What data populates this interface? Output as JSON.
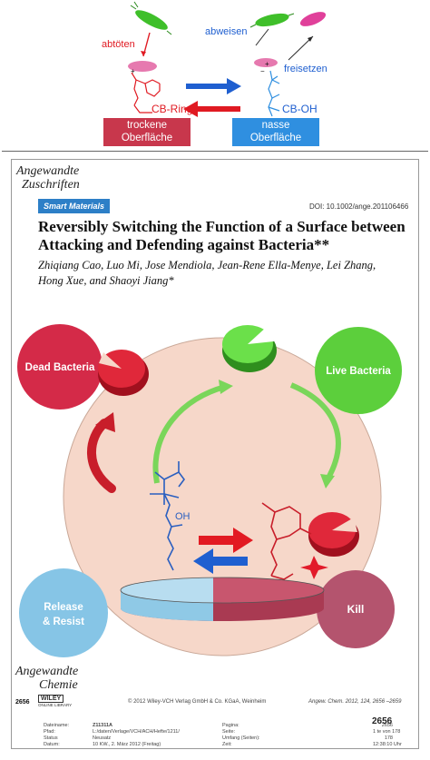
{
  "abstract": {
    "kill_label": "abtöten",
    "repel_label": "abweisen",
    "release_label": "freisetzen",
    "ring_label": "CB-Ring",
    "oh_label": "CB-OH",
    "dry_surface": [
      "trockene",
      "Oberfläche"
    ],
    "wet_surface": [
      "nasse",
      "Oberfläche"
    ],
    "colors": {
      "dry_box": "#c8374c",
      "wet_box": "#2f8fe0",
      "red_arrow": "#e01a22",
      "blue_arrow": "#1f5fd0",
      "bacteria_green": "#3fbf2a",
      "bacteria_pink": "#e0409a"
    }
  },
  "cover": {
    "journal": [
      "Angewandte",
      "Zuschriften"
    ],
    "section": "Smart Materials",
    "doi": "DOI: 10.1002/ange.201106466",
    "title": [
      "Reversibly Switching the Function of a Surface between",
      "Attacking and Defending against Bacteria**"
    ],
    "authors": [
      "Zhiqiang Cao, Luo Mi, Jose Mendiola, Jean-Rene Ella-Menye, Lei Zhang,",
      "Hong Xue, and Shaoyi Jiang*"
    ],
    "figure": {
      "dead_bacteria": "Dead Bacteria",
      "live_bacteria": "Live Bacteria",
      "release_resist": [
        "Release",
        "& Resist"
      ],
      "kill": "Kill",
      "oh_group": "OH",
      "colors": {
        "dead": "#d42a48",
        "live": "#5ccf3c",
        "release": "#86c5e6",
        "kill": "#b4546e",
        "big_circle": "#f6d7c9"
      }
    },
    "footer": {
      "logo": [
        "Angewandte",
        "Chemie"
      ],
      "page_number": "2656",
      "wiley": "WILEY",
      "wiley_sub": "ONLINE LIBRARY",
      "copyright": "© 2012 Wiley-VCH Verlag GmbH & Co. KGaA, Weinheim",
      "citation": "Angew. Chem. 2012, 124, 2656 –2659"
    },
    "print_meta": {
      "left_labels": [
        "Dateiname:",
        "Pfad:",
        "Status",
        "Datum:"
      ],
      "left_values": [
        "Z11311A",
        "L:/daten/Verlage/VCH/ACH/Hefte/1211/",
        "Neusatz",
        "10 KW., 2. März 2012 (Freitag)"
      ],
      "right_labels": [
        "Pagina:",
        "Seite:",
        "Umfang (Seiten):",
        "Zeit:"
      ],
      "right_values": [
        "2656",
        "1 te von 178",
        "178",
        "12:38:10 Uhr"
      ],
      "corner_page": "2656"
    }
  }
}
